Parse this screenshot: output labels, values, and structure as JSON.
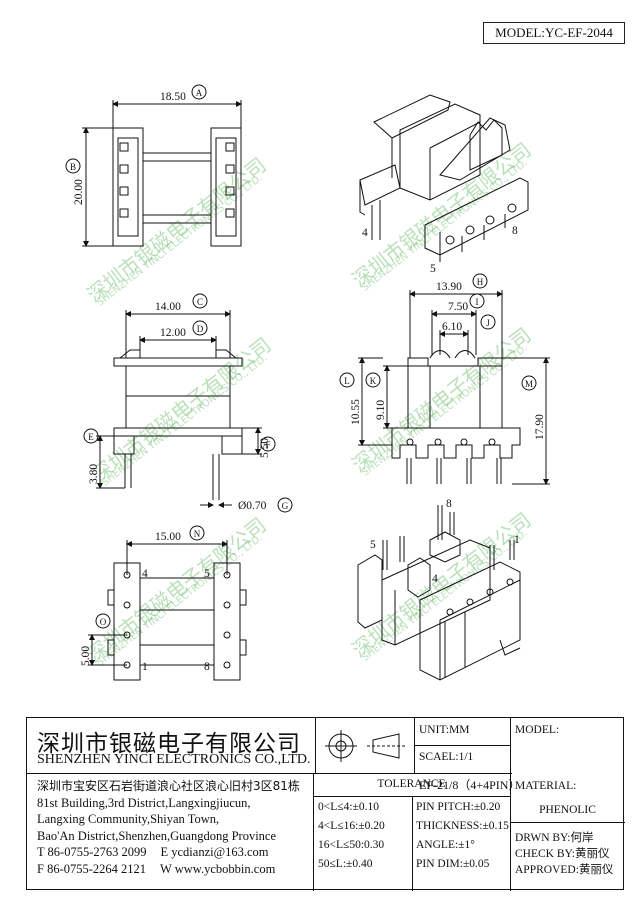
{
  "model": "MODEL:YC-EF-2044",
  "dimensions": {
    "A": "A",
    "B": "B",
    "C": "C",
    "D": "D",
    "E": "E",
    "F": "F",
    "G": "G",
    "H": "H",
    "I": "I",
    "J": "J",
    "K": "K",
    "L": "L",
    "M": "M",
    "N": "N",
    "O": "O",
    "A_val": "18.50",
    "B_val": "20.00",
    "C_val": "14.00",
    "D_val": "12.00",
    "E_val": "3.80",
    "F_val": "5.50",
    "G_val": "Ø0.70",
    "H_val": "13.90",
    "I_val": "7.50",
    "J_val": "6.10",
    "K_val": "9.10",
    "L_val": "10.55",
    "M_val": "17.90",
    "N_val": "15.00",
    "O_val": "5.00"
  },
  "pins": {
    "p1": "1",
    "p4": "4",
    "p5": "5",
    "p8": "8"
  },
  "watermark": {
    "cn": "深圳市银磁电子有限公司",
    "en": "SHENZHEN YINCI ELECTRONICS CO., LTD."
  },
  "titleblock": {
    "company_cn": "深圳市银磁电子有限公司",
    "company_en": "SHENZHEN YINCI ELECTRONICS CO.,LTD.",
    "unit": "UNIT:MM",
    "scale": "SCAEL:1/1",
    "model_label": "MODEL:",
    "model_value": "EF-21/8（4+4PIN）",
    "address_cn": "深圳市宝安区石岩街道浪心社区浪心旧村3区81栋",
    "address_en_1": "81st Building,3rd District,Langxingjiucun,",
    "address_en_2": "Langxing Community,Shiyan Town,",
    "address_en_3": "Bao'An District,Shenzhen,Guangdong Province",
    "tel": "T 86-0755-2763 2099",
    "email": "E ycdianzi@163.com",
    "fax": "F 86-0755-2264 2121",
    "web": "W www.ycbobbin.com",
    "tolerance_title": "TOLERANCE",
    "tol_left": [
      "0<L≤4:±0.10",
      "4<L≤16:±0.20",
      "16<L≤50:0.30",
      "50≤L:±0.40"
    ],
    "tol_right": [
      "PIN PITCH:±0.20",
      "THICKNESS:±0.15",
      "ANGLE:±1°",
      "PIN DIM:±0.05"
    ],
    "material_label": "MATERIAL:",
    "material_value": "PHENOLIC",
    "drawn": "DRWN BY:何岸",
    "check": "CHECK BY:黄丽仪",
    "approved": "APPROVED:黄丽仪"
  }
}
